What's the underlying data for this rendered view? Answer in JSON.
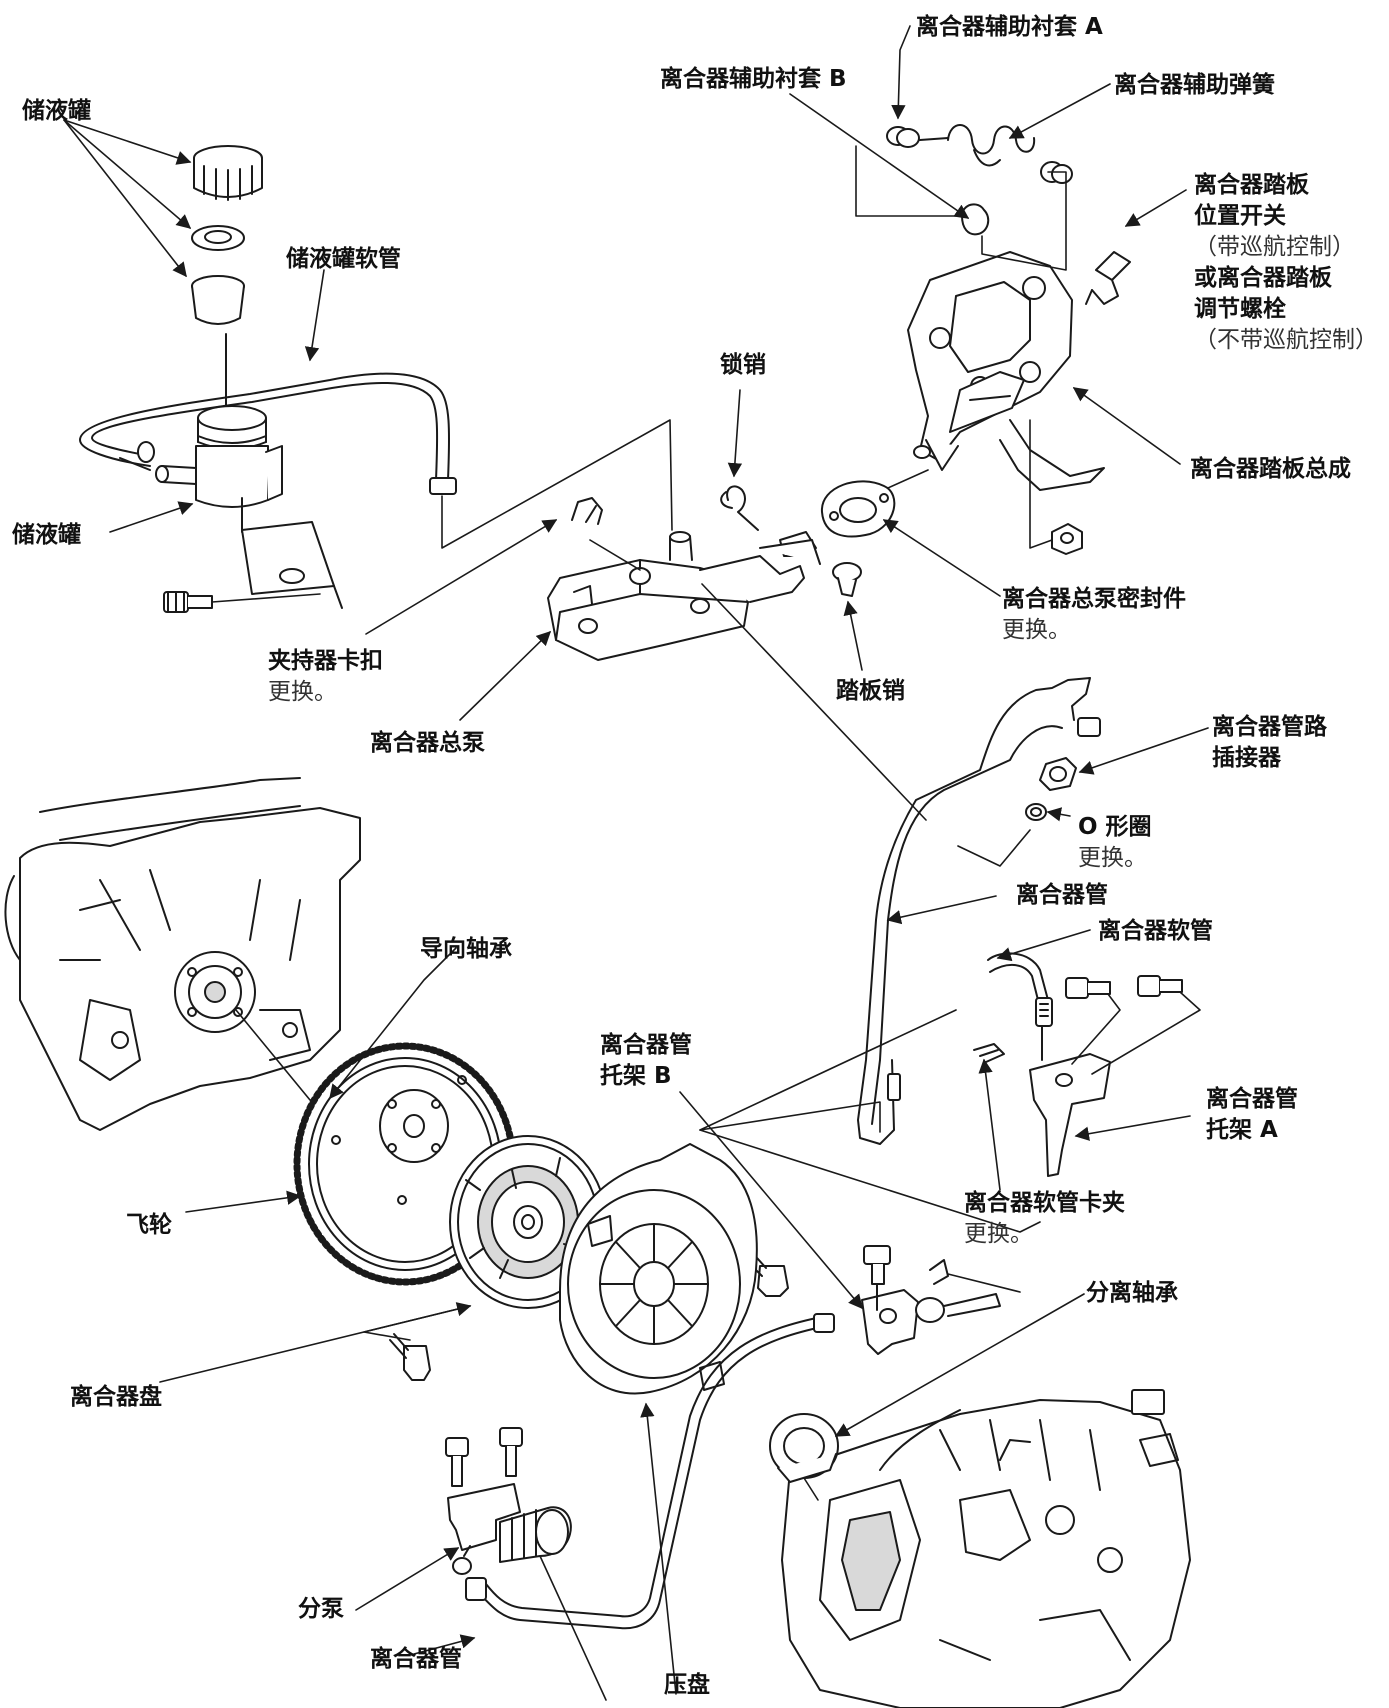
{
  "labels": {
    "reservoir_cap": "储液罐",
    "reservoir_hose": "储液罐软管",
    "reservoir": "储液罐",
    "assist_bushing_a": "离合器辅助衬套 A",
    "assist_bushing_b": "离合器辅助衬套 B",
    "assist_spring": "离合器辅助弹簧",
    "pedal_switch": [
      "离合器踏板",
      "位置开关",
      "（带巡航控制）",
      "或离合器踏板",
      "调节螺栓",
      "（不带巡航控制）"
    ],
    "lock_pin": "锁销",
    "pedal_assembly": "离合器踏板总成",
    "mc_seal": "离合器总泵密封件",
    "mc_seal_note": "更换。",
    "holder_clip": "夹持器卡扣",
    "holder_clip_note": "更换。",
    "pedal_pin": "踏板销",
    "master_cylinder": "离合器总泵",
    "line_joint": [
      "离合器管路",
      "插接器"
    ],
    "o_ring": "O 形圈",
    "o_ring_note": "更换。",
    "clutch_pipe_upper": "离合器管",
    "clutch_hose": "离合器软管",
    "pilot_bearing": "导向轴承",
    "bracket_b": [
      "离合器管",
      "托架 B"
    ],
    "bracket_a": [
      "离合器管",
      "托架 A"
    ],
    "hose_clip": "离合器软管卡夹",
    "hose_clip_note": "更换。",
    "flywheel": "飞轮",
    "release_bearing": "分离轴承",
    "clutch_disc": "离合器盘",
    "slave_cylinder": "分泵",
    "clutch_pipe_lower": "离合器管",
    "pressure_plate": "压盘"
  },
  "colors": {
    "ink": "#111111",
    "line": "#1a1a1a",
    "part_fill": "#ffffff",
    "shade": "#d9d9d9"
  }
}
